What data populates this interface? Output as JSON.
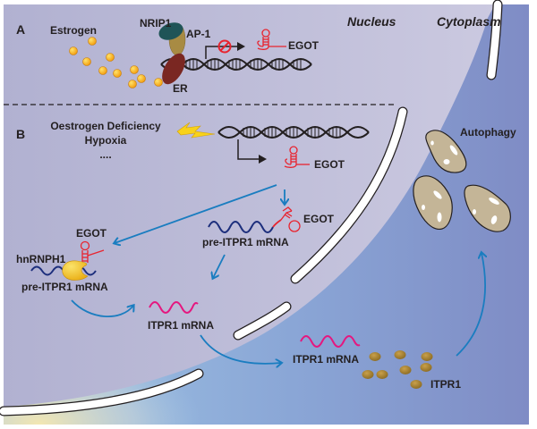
{
  "figure": {
    "panels": [
      {
        "id": "A",
        "label": "A"
      },
      {
        "id": "B",
        "label": "B"
      }
    ],
    "regions": {
      "nucleus": "Nucleus",
      "cytoplasm": "Cytoplasm"
    },
    "panel_a": {
      "ligand": "Estrogen",
      "proteins": [
        "NRIP1",
        "AP-1",
        "ER"
      ],
      "transcript": "EGOT",
      "transcription_state": "blocked"
    },
    "panel_b": {
      "stimuli": [
        "Oestrogen Deficiency",
        "Hypoxia",
        "...."
      ],
      "transcript": "EGOT",
      "complex_left": {
        "lncrna": "EGOT",
        "protein": "hnRNPH1",
        "target": "pre-ITPR1 mRNA"
      },
      "complex_right": {
        "lncrna": "EGOT",
        "target": "pre-ITPR1 mRNA"
      },
      "nuclear_product": "ITPR1 mRNA",
      "cytoplasmic_product": "ITPR1 mRNA",
      "protein_product": "ITPR1",
      "outcome": "Autophagy"
    },
    "colors": {
      "nucleus_bg": "#b4b4d2",
      "cytoplasm_bg": "#7f93c9",
      "arrow_blue": "#1a7dc0",
      "egot_red": "#e8242f",
      "itpr1_mrna_pink": "#e5177f",
      "pre_mrna_navy": "#1c2e7c",
      "nrip1_teal": "#1f5457",
      "ap1_olive": "#a88b43",
      "er_maroon": "#7a2722",
      "estrogen_orange": "#f5a80c",
      "itpr1_protein_gold": "#a07d2a",
      "autophagosome_tan": "#c4b597",
      "hnrnph1_yellow": "#f3c21d",
      "lightning_yellow": "#f8d21a"
    }
  }
}
